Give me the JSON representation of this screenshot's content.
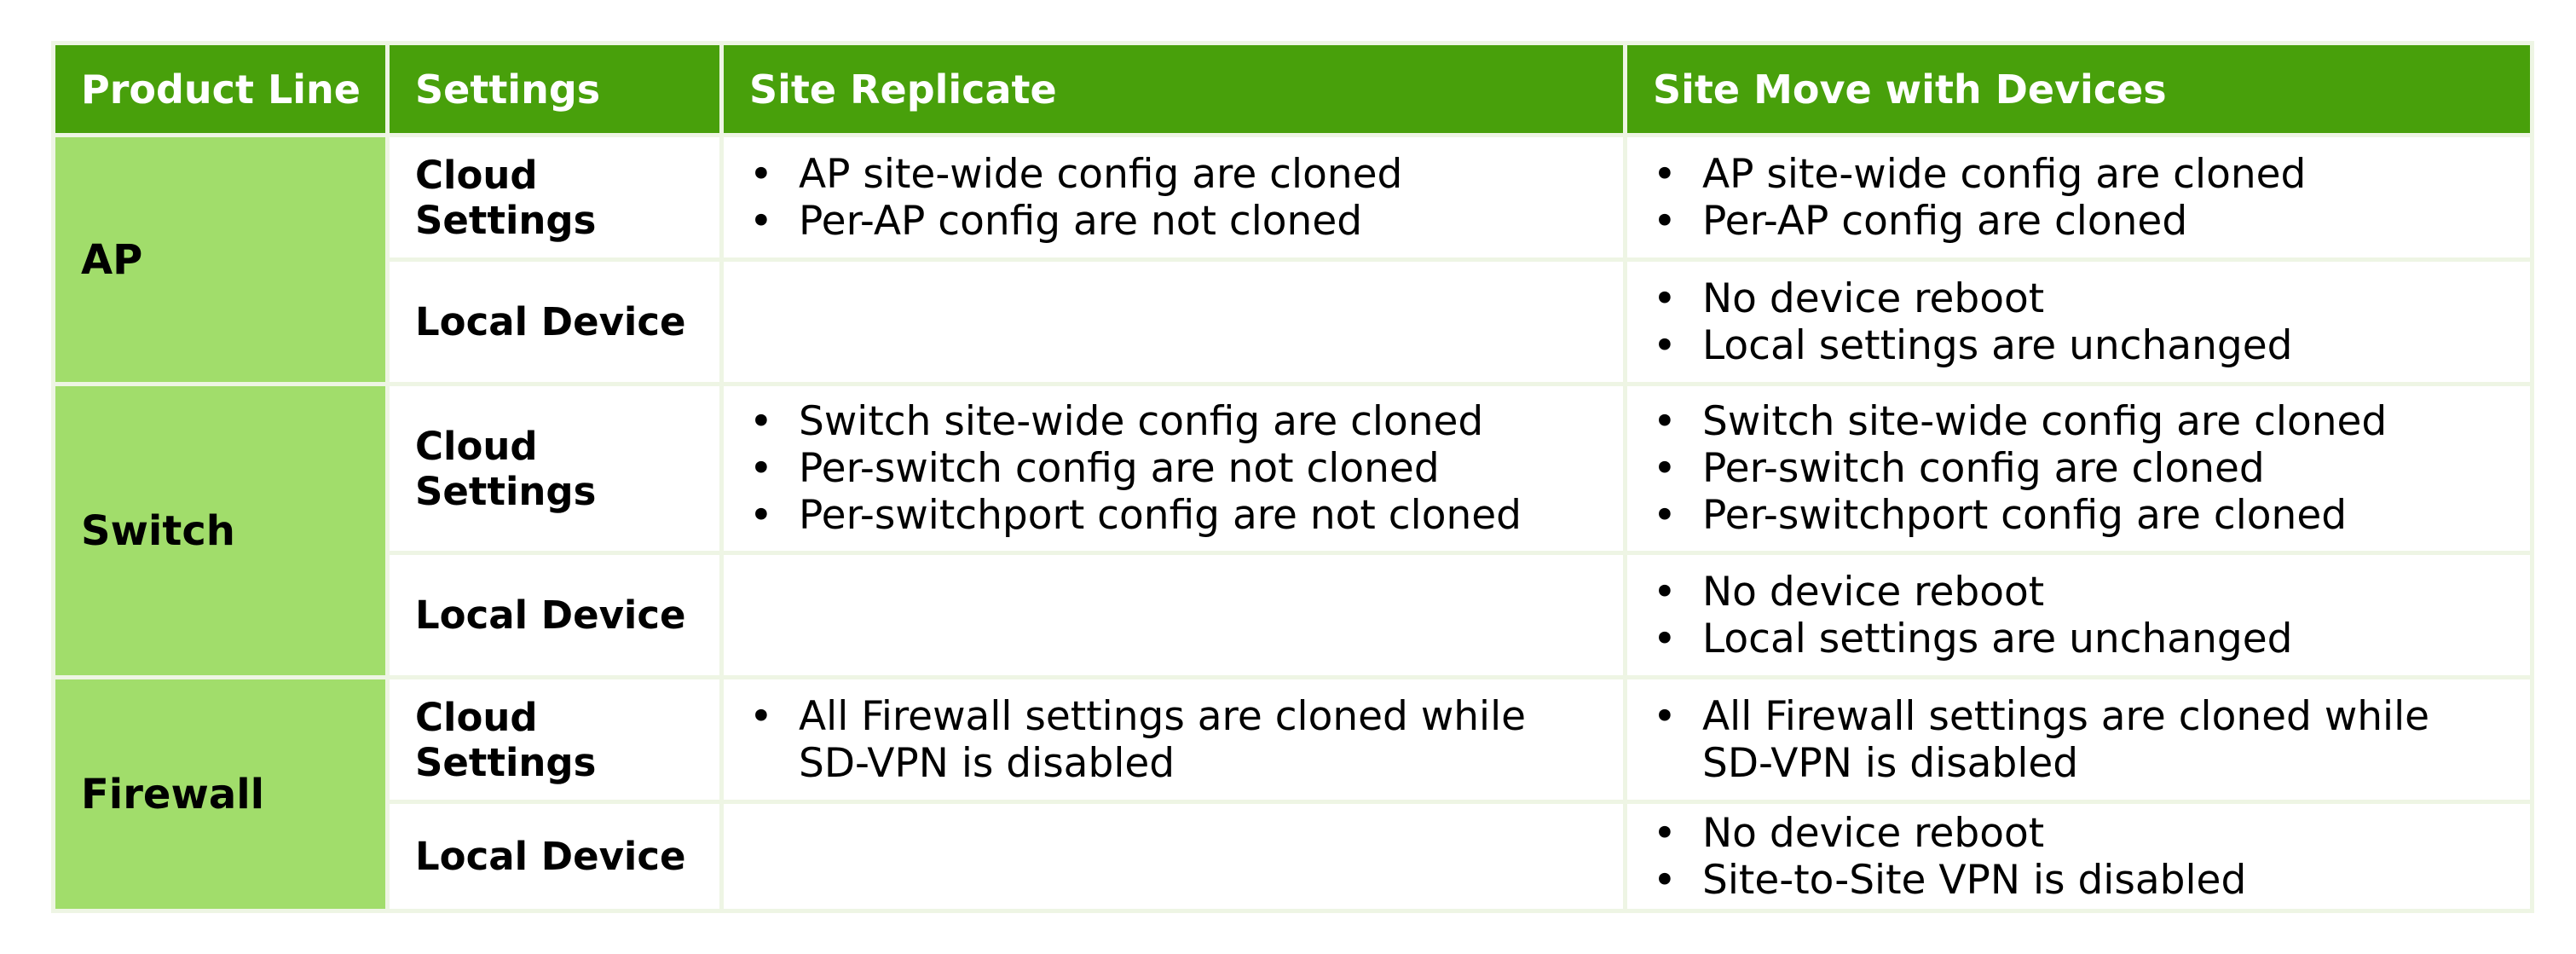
{
  "table": {
    "headers": [
      "Product Line",
      "Settings",
      "Site Replicate",
      "Site Move with Devices"
    ],
    "groups": [
      {
        "product": "AP",
        "rows": [
          {
            "setting": "Cloud Settings",
            "replicate": [
              "AP site-wide config are cloned",
              "Per-AP config are not cloned"
            ],
            "move": [
              "AP site-wide config are cloned",
              "Per-AP config are cloned"
            ]
          },
          {
            "setting": "Local Device",
            "replicate": [],
            "move": [
              "No device reboot",
              "Local settings are unchanged"
            ]
          }
        ]
      },
      {
        "product": "Switch",
        "rows": [
          {
            "setting": "Cloud Settings",
            "replicate": [
              "Switch site-wide config are cloned",
              "Per-switch config are not cloned",
              "Per-switchport config are not cloned"
            ],
            "move": [
              "Switch site-wide config are cloned",
              "Per-switch config are cloned",
              "Per-switchport config are cloned"
            ]
          },
          {
            "setting": "Local Device",
            "replicate": [],
            "move": [
              "No device reboot",
              "Local settings are unchanged"
            ]
          }
        ]
      },
      {
        "product": "Firewall",
        "rows": [
          {
            "setting": "Cloud Settings",
            "replicate": [
              "All Firewall settings are cloned while SD-VPN is disabled"
            ],
            "move": [
              "All Firewall settings are cloned while SD-VPN is disabled"
            ]
          },
          {
            "setting": "Local Device",
            "replicate": [],
            "move": [
              "No device reboot",
              "Site-to-Site VPN is disabled"
            ]
          }
        ]
      }
    ]
  }
}
